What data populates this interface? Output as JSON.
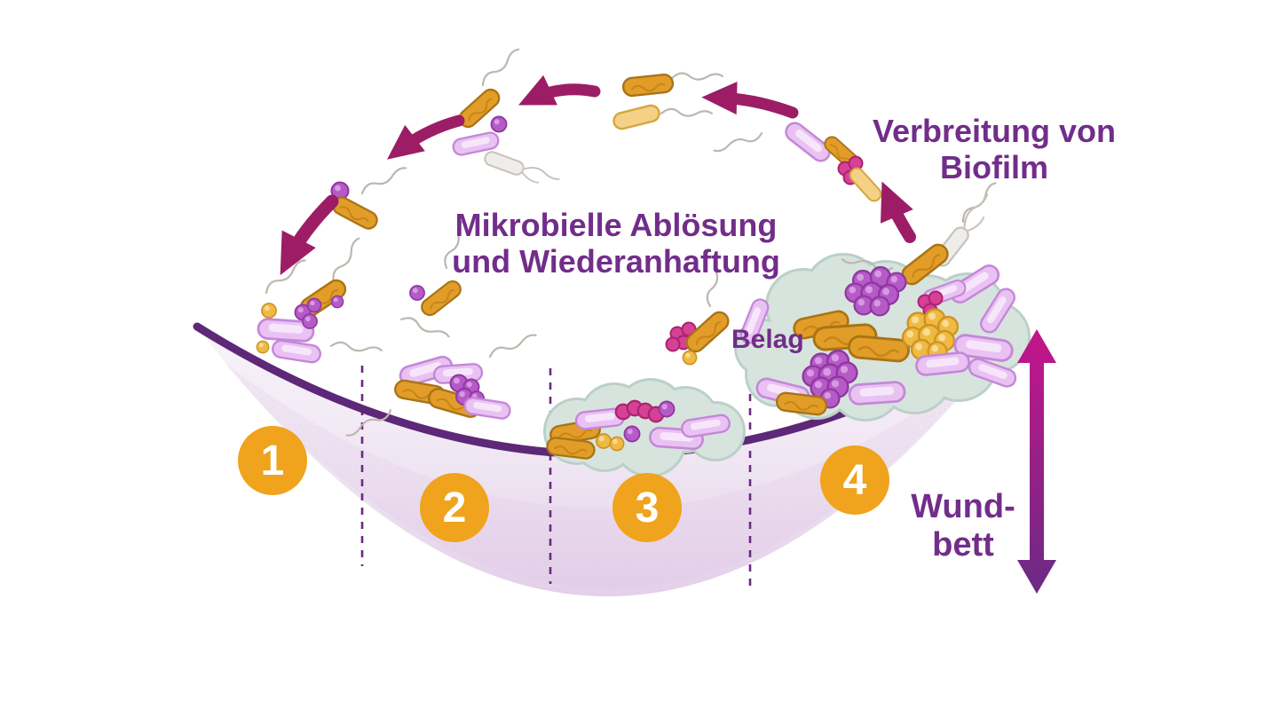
{
  "labels": {
    "spread": {
      "line1": "Verbreitung von",
      "line2": "Biofilm"
    },
    "detachment": {
      "line1": "Mikrobielle Ablösung",
      "line2": "und Wiederanhaftung"
    },
    "coating": "Belag",
    "wound_bed": {
      "line1": "Wund-",
      "line2": "bett"
    }
  },
  "stages": [
    {
      "number": "1"
    },
    {
      "number": "2"
    },
    {
      "number": "3"
    },
    {
      "number": "4"
    }
  ],
  "colors": {
    "label_text": "#722d8a",
    "cycle_arrow": "#9c1d66",
    "depth_arrow_top": "#c4158a",
    "depth_arrow_bottom": "#6b2a85",
    "stage_badge": "#f0a31c",
    "stage_number": "#ffffff",
    "wound_bed_line": "#5d2878",
    "wound_bed_fill": "#f0e6f3",
    "stage_divider": "#6a2a80",
    "biofilm_matrix": "#d7e4de",
    "bacteria_rod_orange": "#e29d28",
    "bacteria_rod_lavender": "#e9c2f3",
    "bacteria_rod_pale_yellow": "#f4d186",
    "cocci_purple": "#b55ac6",
    "cocci_magenta": "#d64095",
    "cocci_yellow": "#f0ba42"
  }
}
